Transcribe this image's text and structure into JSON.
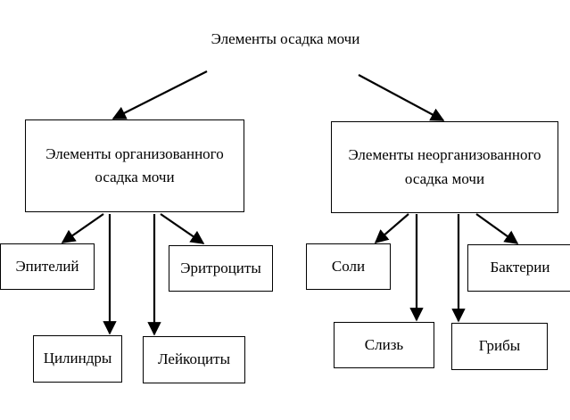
{
  "diagram": {
    "root": "Элементы  осадка мочи",
    "organized": "Элементы организованного\nосадка мочи",
    "unorganized": "Элементы неорганизованного\nосадка мочи",
    "organized_children": {
      "epithelium": "Эпителий",
      "erythrocytes": "Эритроциты",
      "cylinders": "Цилиндры",
      "leukocytes": "Лейкоциты"
    },
    "unorganized_children": {
      "salts": "Соли",
      "bacteria": "Бактерии",
      "mucus": "Слизь",
      "fungi": "Грибы"
    }
  },
  "colors": {
    "line": "#000000",
    "background": "#ffffff"
  }
}
